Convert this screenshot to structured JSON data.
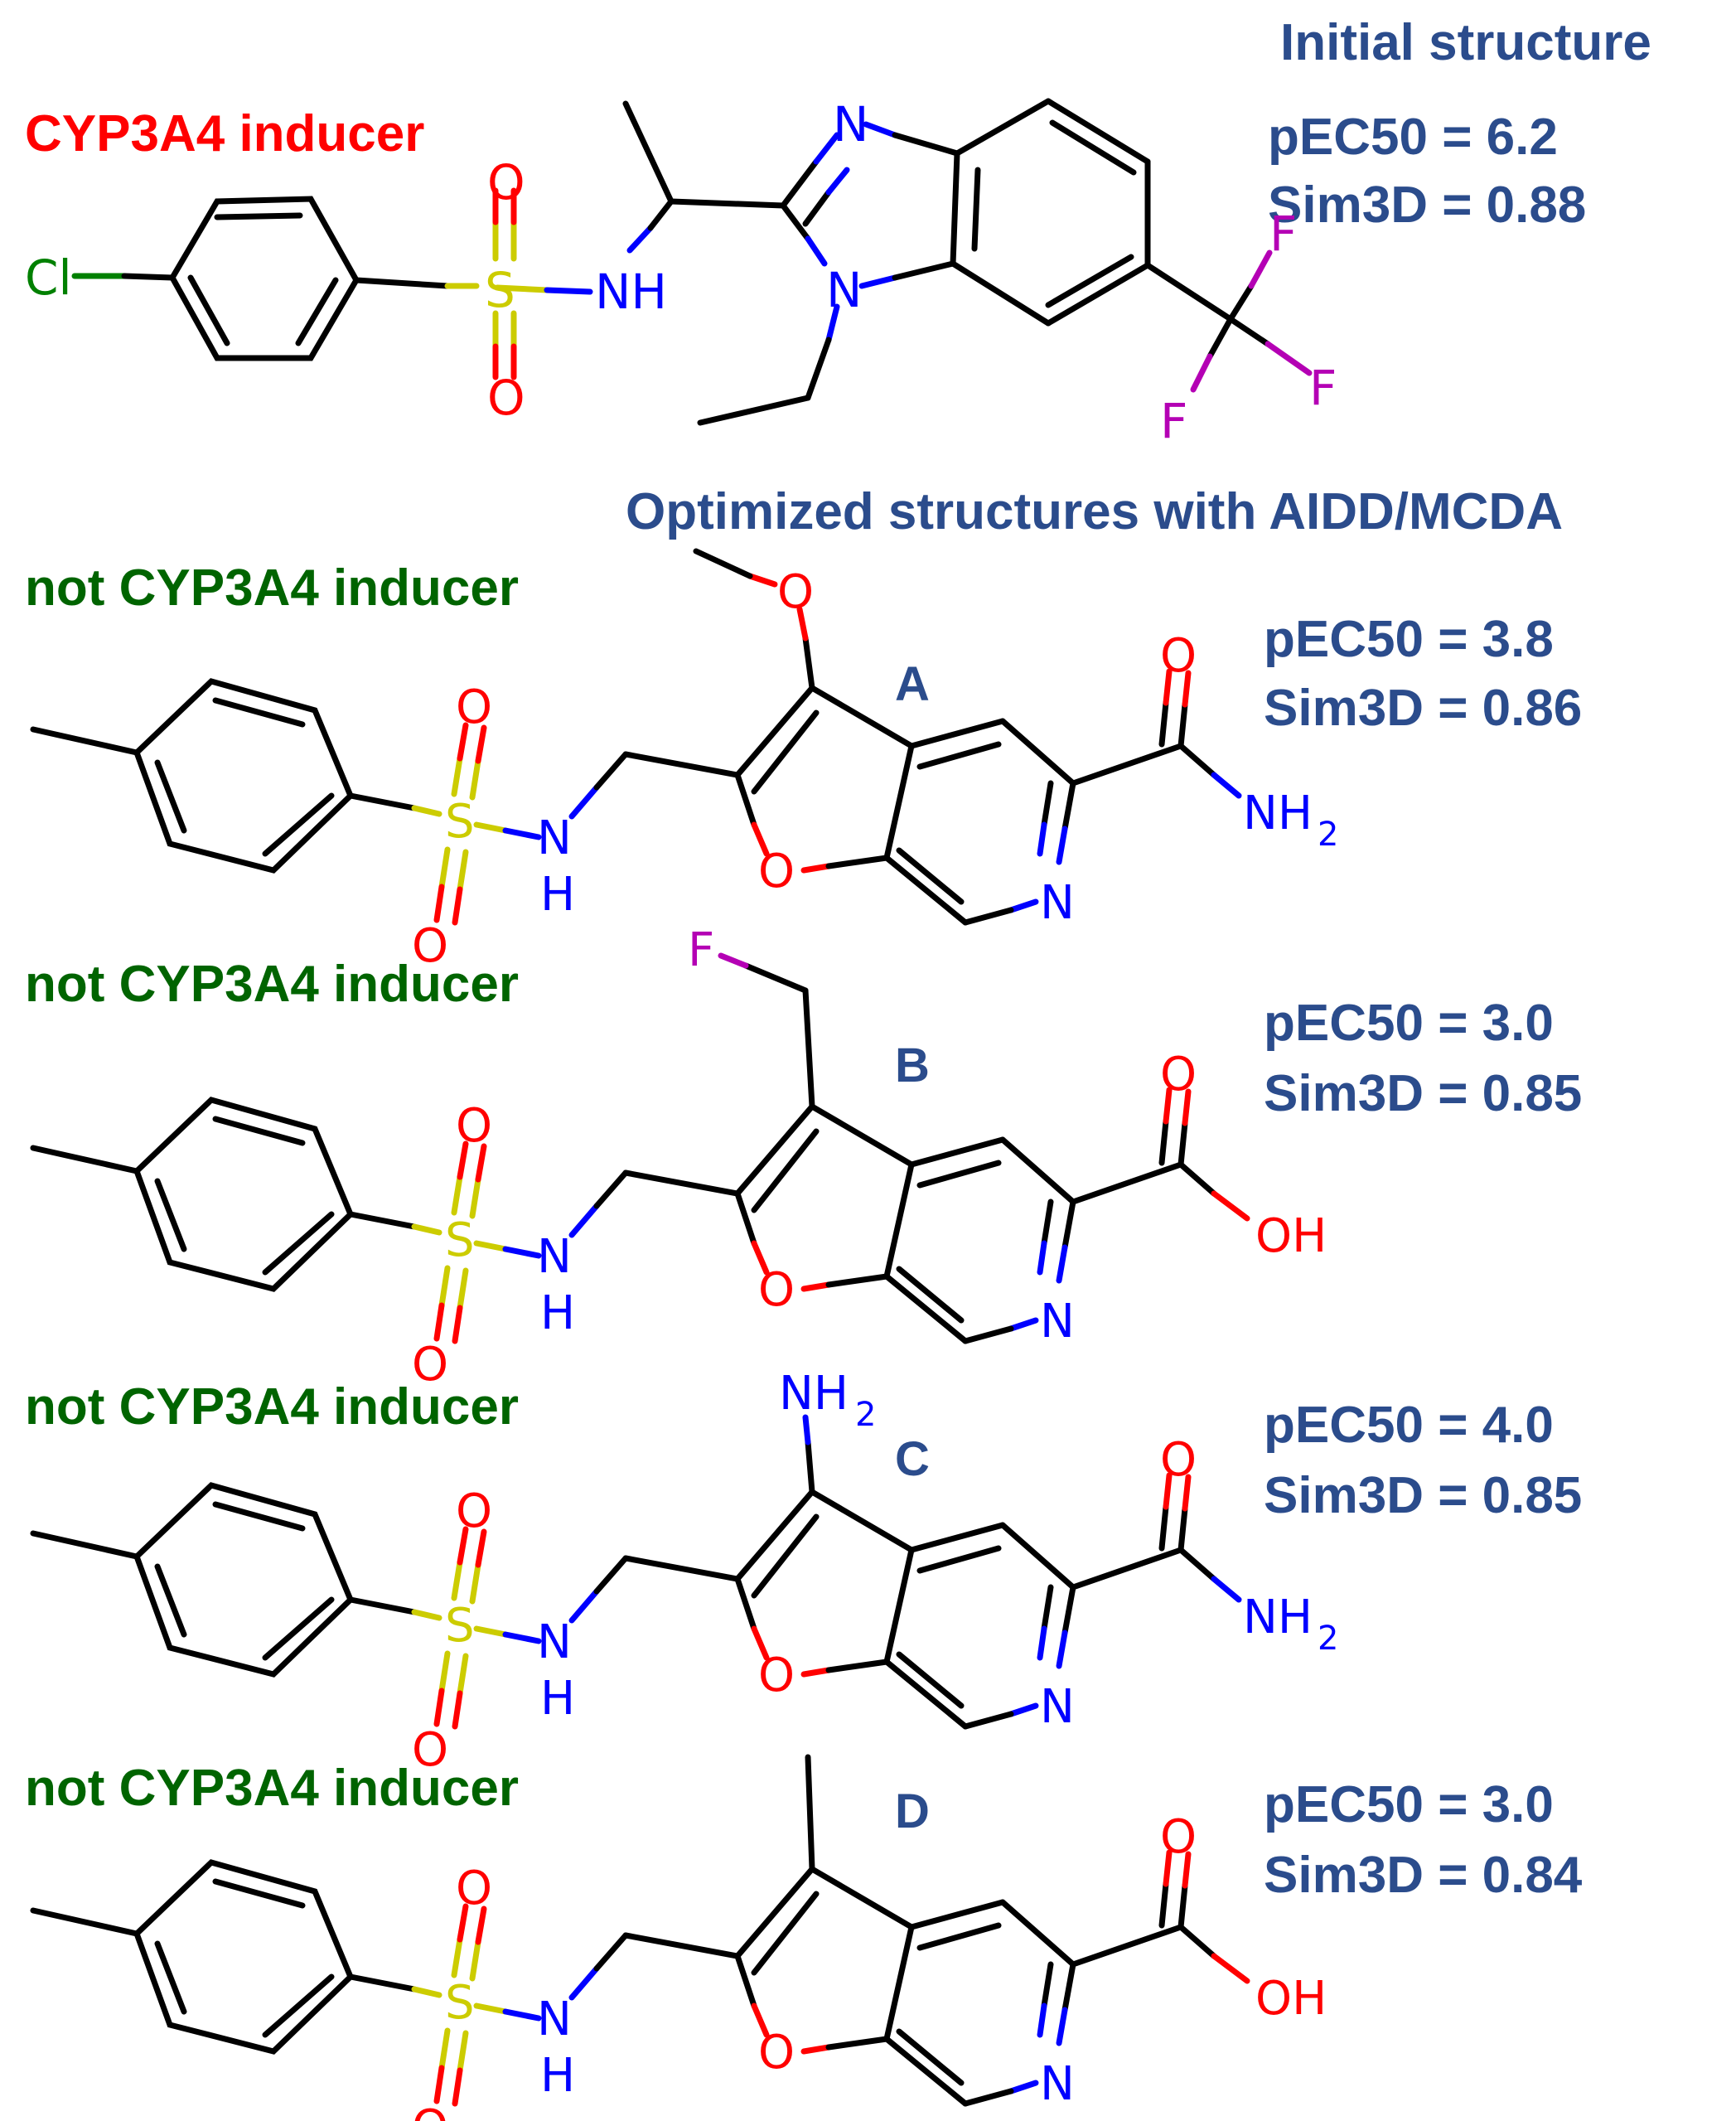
{
  "colors": {
    "heading": "#2B4C8C",
    "inducer": "#FF0000",
    "not_inducer": "#006400",
    "bond": "#000000",
    "oxygen": "#FF0000",
    "nitrogen": "#0000FF",
    "sulfur": "#CCCC00",
    "fluorine": "#B400B4",
    "chlorine": "#008000"
  },
  "initial": {
    "heading": "Initial structure",
    "tag": "CYP3A4 inducer",
    "pec50": "pEC50 = 6.2",
    "sim3d": "Sim3D = 0.88"
  },
  "optimized_heading": "Optimized structures with AIDD/MCDA",
  "compounds": [
    {
      "letter": "A",
      "tag": "not CYP3A4 inducer",
      "pec50": "pEC50 = 3.8",
      "sim3d": "Sim3D = 0.86",
      "substituent": "OCH3",
      "acid_group": "CONH2"
    },
    {
      "letter": "B",
      "tag": "not CYP3A4 inducer",
      "pec50": "pEC50 = 3.0",
      "sim3d": "Sim3D = 0.85",
      "substituent": "CH2F",
      "acid_group": "COOH"
    },
    {
      "letter": "C",
      "tag": "not CYP3A4 inducer",
      "pec50": "pEC50 = 4.0",
      "sim3d": "Sim3D = 0.85",
      "substituent": "NH2",
      "acid_group": "CONH2"
    },
    {
      "letter": "D",
      "tag": "not CYP3A4 inducer",
      "pec50": "pEC50 = 3.0",
      "sim3d": "Sim3D = 0.84",
      "substituent": "CH3",
      "acid_group": "COOH"
    }
  ],
  "atoms": {
    "cl": "Cl",
    "s": "S",
    "o": "O",
    "nh": "NH",
    "n": "N",
    "h": "H",
    "f": "F",
    "oh": "OH",
    "nh2": "NH",
    "sub2": "2"
  }
}
